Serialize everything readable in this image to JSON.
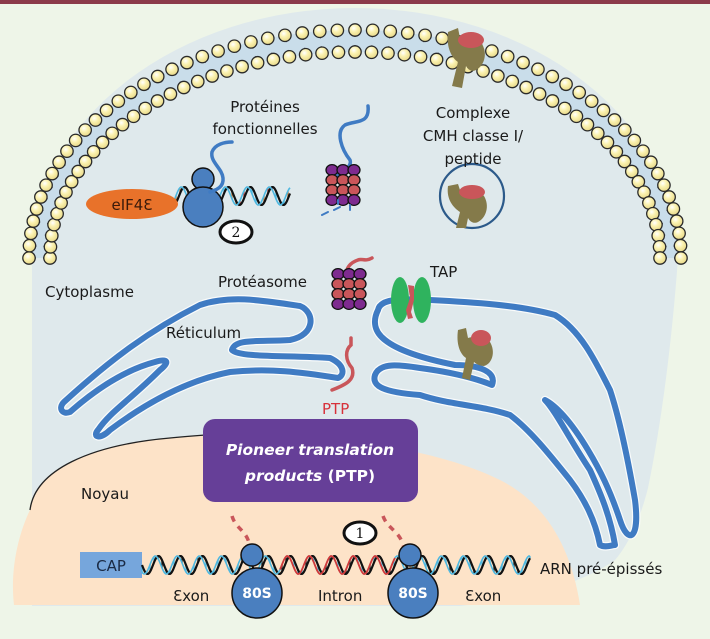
{
  "figure": {
    "type": "biological-schematic",
    "topic": "Pioneer translation products and MHC class I antigen presentation"
  },
  "colors": {
    "frame_bar": "#8b3a4a",
    "background": "#eef5e8",
    "cytoplasm": "#dfe9ec",
    "nucleus": "#fde3c8",
    "membrane_head": "#fbf2b0",
    "reticulum": "#3f7bc3",
    "ptp_box": "#663f98",
    "proteasome_purple": "#7e2b8f",
    "proteasome_red": "#c9565a",
    "tap_green": "#2fb35e",
    "mhc_olive": "#847a4a",
    "peptide_red": "#c9565a",
    "eif4e_orange": "#e8722a",
    "ribosome_blue": "#4a7fbf",
    "cap_blue": "#76a6dc",
    "ptp_label_red": "#d7313a"
  },
  "labels": {
    "proteines": "Protéines",
    "fonctionnelles": "fonctionnelles",
    "complexe": "Complexe",
    "cmh_classe": "CMH classe I/",
    "peptide": "peptide",
    "eif4e": "eIF4Ɛ",
    "step2": "2",
    "cytoplasme": "Cytoplasme",
    "proteasome": "Protéasome",
    "tap": "TAP",
    "reticulum": "Réticulum",
    "ptp": "PTP",
    "ptp_box_line1": "Pioneer translation",
    "ptp_box_line2_italic": "products",
    "ptp_box_line2_rest": " (PTP)",
    "noyau": "Noyau",
    "step1": "1",
    "cap": "CAP",
    "ribosome_1": "80S",
    "ribosome_2": "80S",
    "exon_1": "Ɛxon",
    "intron": "Intron",
    "exon_2": "Ɛxon",
    "arn": "ARN pré-épissés"
  }
}
